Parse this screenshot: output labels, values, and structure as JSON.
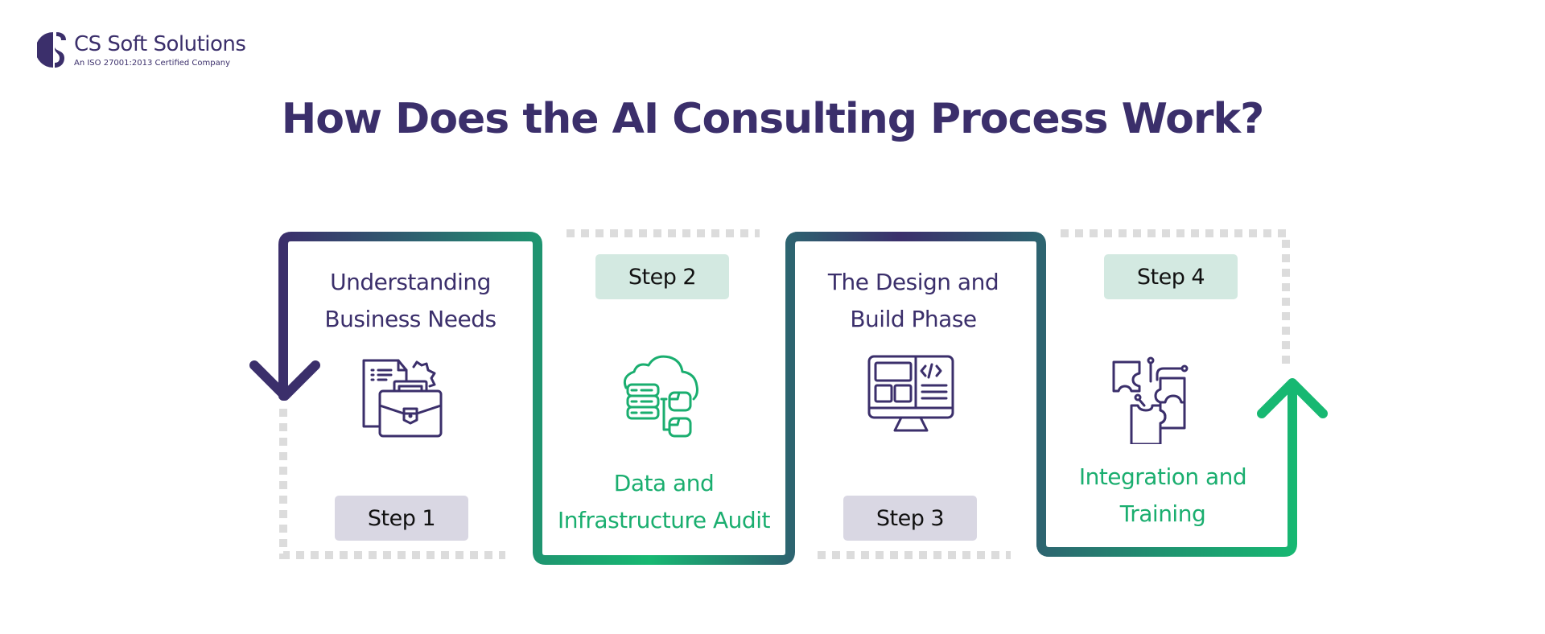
{
  "brand": {
    "name": "CS Soft Solutions",
    "tagline": "An ISO 27001:2013 Certified Company",
    "logo_icon": "cs-logo-icon"
  },
  "title": "How Does the AI Consulting Process Work?",
  "colors": {
    "primary_purple": "#3b2f6b",
    "accent_green": "#1aae6f",
    "teal": "#2d6470",
    "dashed_gray": "#dcdcdc",
    "badge_lavender": "#d9d7e3",
    "badge_mint": "#d3e9e1"
  },
  "steps": [
    {
      "badge": "Step 1",
      "title_line1": "Understanding",
      "title_line2": "Business Needs",
      "icon": "briefcase-document-gear-icon"
    },
    {
      "badge": "Step 2",
      "title_line1": "Data and",
      "title_line2": "Infrastructure Audit",
      "icon": "cloud-database-files-icon"
    },
    {
      "badge": "Step 3",
      "title_line1": "The Design and",
      "title_line2": "Build Phase",
      "icon": "monitor-code-layout-icon"
    },
    {
      "badge": "Step 4",
      "title_line1": "Integration and",
      "title_line2": "Training",
      "icon": "puzzle-integration-icon"
    }
  ]
}
